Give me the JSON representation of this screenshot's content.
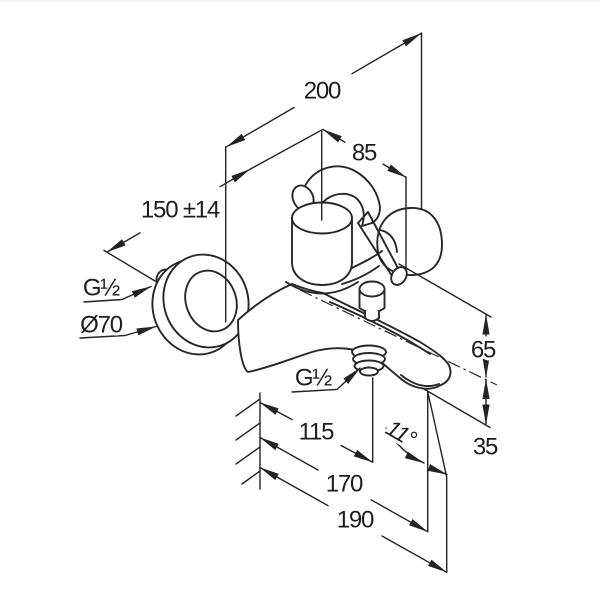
{
  "drawing": {
    "kind": "technical dimensional line drawing of a wall-mounted single-lever bath mixer tap",
    "line_color": "#272727",
    "background_color": "#ffffff",
    "labels": {
      "overall_width": "200",
      "handle_to_connection": "85",
      "connection_centres": "150 ±14",
      "wall_connection_thread": "G½",
      "escutcheon_diameter": "Ø70",
      "height_above_outlet": "65",
      "outlet_drop": "35",
      "hose_outlet_thread": "G½",
      "wall_to_hose_outlet": "115",
      "wall_to_aerator": "170",
      "wall_to_spout_tip": "190",
      "spout_angle": "11°"
    }
  }
}
